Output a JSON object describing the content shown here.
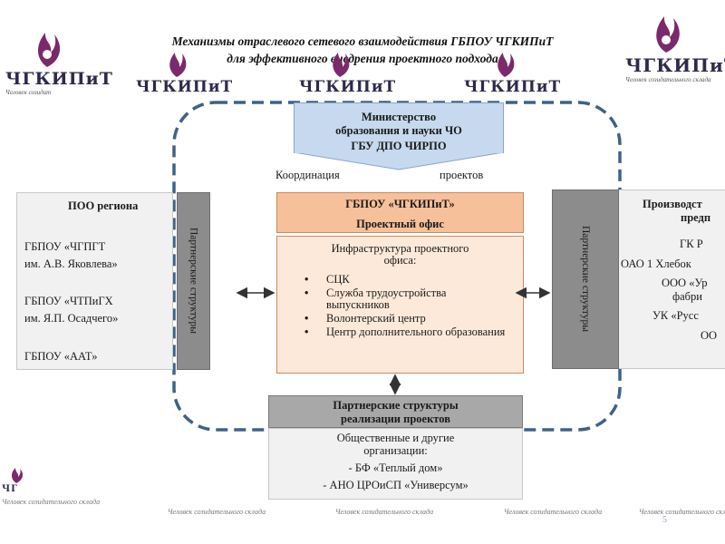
{
  "title": {
    "line1": "Механизмы отраслевого сетевого взаимодействия ГБПОУ ЧГКИПиТ",
    "line2": "для эффективного внедрения проектного подхода"
  },
  "logo": {
    "text": "ЧГКИПиТ",
    "slogan": "Человек созидательного склада"
  },
  "ministry": {
    "line1": "Министерство",
    "line2": "образования и науки ЧО",
    "line3": "ГБУ ДПО ЧИРПО"
  },
  "coordination": {
    "left": "Координация",
    "right": "проектов"
  },
  "center": {
    "org": "ГБПОУ «ЧГКИПиТ»",
    "office": "Проектный офис",
    "infra_title_1": "Инфраструктура проектного",
    "infra_title_2": "офиса:",
    "items": [
      "СЦК",
      "Служба трудоустройства выпускников",
      "Волонтерский центр",
      "Центр дополнительного образования"
    ]
  },
  "left_panel": {
    "title": "ПОО региона",
    "orgs": [
      {
        "line1": "ГБПОУ «ЧГПГТ",
        "line2": "им. А.В. Яковлева»"
      },
      {
        "line1": "ГБПОУ «ЧТПиГХ",
        "line2": "им. Я.П. Осадчего»"
      },
      {
        "line1": "ГБПОУ «ААТ»",
        "line2": ""
      }
    ],
    "vertical_label": "Партнерские структуры"
  },
  "right_panel": {
    "title_1": "Производст",
    "title_2": "предп",
    "items": [
      "ГК Р",
      "ОАО 1 Хлебок",
      "ООО «Ур",
      "фабри",
      "УК «Русс",
      "ОО"
    ],
    "vertical_label": "Партнерские структуры"
  },
  "bottom": {
    "header_1": "Партнерские структуры",
    "header_2": "реализации проектов",
    "line1": "Общественные и другие",
    "line2": "организации:",
    "item1": "- БФ «Теплый дом»",
    "item2": "- АНО ЦРОиСП «Универсум»"
  },
  "page_number": "5",
  "colors": {
    "ministry_fill": "#c6d9ee",
    "dashed_border": "#3f6285",
    "org_fill": "#f6c09a",
    "infra_fill": "#fde9d9",
    "vertical_fill": "#8c8c8c",
    "panel_fill": "#f1f1f1"
  }
}
